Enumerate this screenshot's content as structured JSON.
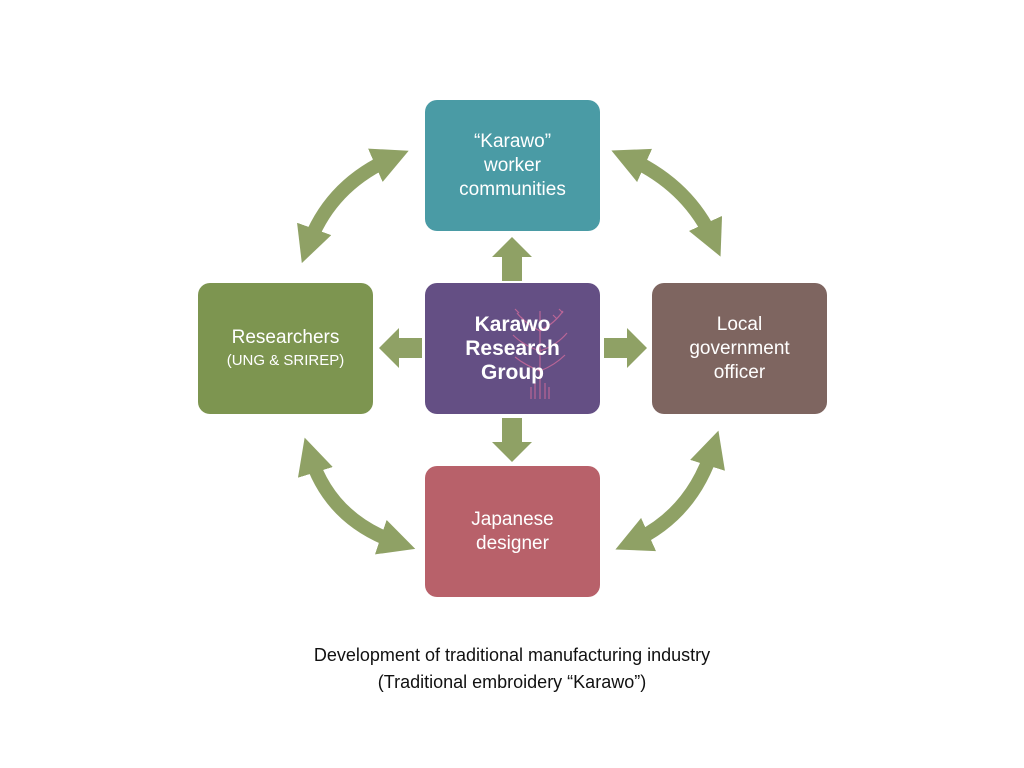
{
  "colors": {
    "top": "#4a9ba5",
    "left": "#7d9550",
    "center": "#644f84",
    "right": "#7e6560",
    "bottom": "#b8616a",
    "arrow": "#8fa165",
    "motif": "#c86a9a"
  },
  "nodes": {
    "center": {
      "lines": [
        "Karawo",
        "Research",
        "Group"
      ]
    },
    "top": {
      "lines": [
        "“Karawo”",
        "worker",
        "communities"
      ]
    },
    "left": {
      "lines": [
        "Researchers",
        "(UNG & SRIREP)"
      ]
    },
    "right": {
      "lines": [
        "Local",
        "government",
        "officer"
      ]
    },
    "bottom": {
      "lines": [
        "Japanese",
        "designer"
      ]
    }
  },
  "caption": {
    "line1": "Development of traditional manufacturing industry",
    "line2": "(Traditional embroidery “Karawo”)"
  }
}
